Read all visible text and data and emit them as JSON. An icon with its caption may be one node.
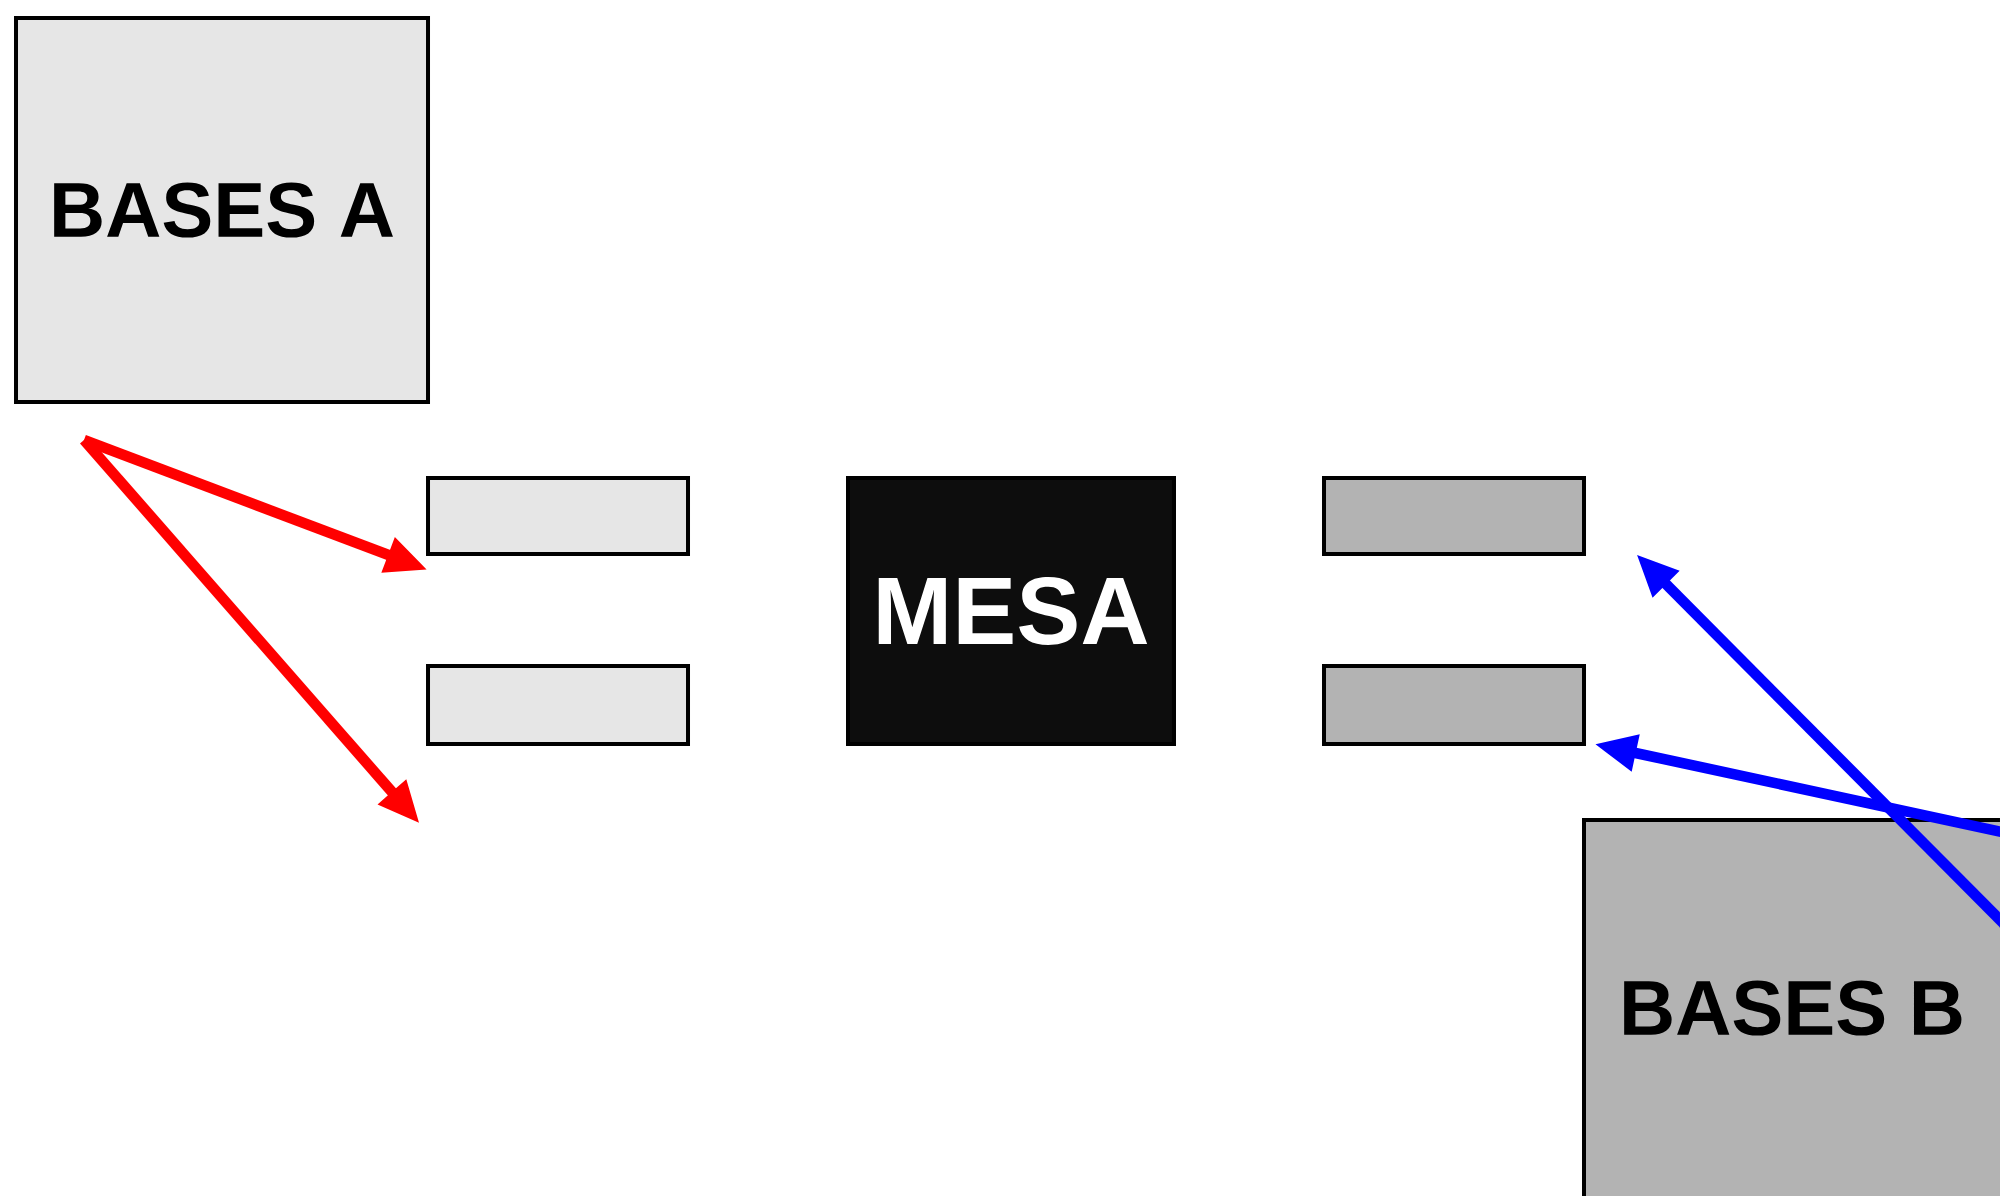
{
  "diagram": {
    "nodes": [
      {
        "text": [
          "BASES A"
        ]
      },
      {
        "text": [],
        "shape": "box"
      },
      {
        "text": [],
        "shape": "box"
      },
      {
        "text": [
          "MESA"
        ]
      },
      {
        "text": [],
        "shape": "box"
      },
      {
        "text": [],
        "shape": "box"
      },
      {
        "text": [
          "BASES B"
        ]
      }
    ],
    "edges": [
      {
        "from": 0,
        "to": 1,
        "arrow": "to",
        "color": "#ff0000"
      },
      {
        "from": 0,
        "to": null,
        "arrow": "to",
        "color": "#ff0000"
      },
      {
        "from": 6,
        "to": 4,
        "arrow": "to",
        "color": "#0000ff"
      },
      {
        "from": 6,
        "to": 5,
        "arrow": "to",
        "color": "#0000ff"
      }
    ]
  }
}
